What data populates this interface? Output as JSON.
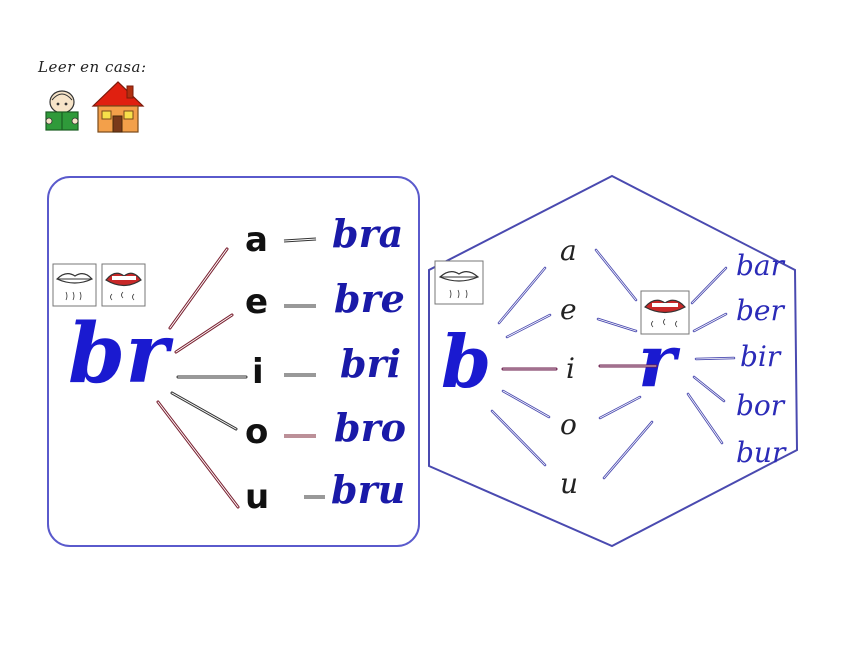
{
  "header": {
    "title": "Leer en casa:"
  },
  "icons": {
    "reader": "child-reading-icon",
    "house": "house-icon",
    "mouth_closed": "closed-lips-icon",
    "mouth_open": "open-mouth-icon"
  },
  "colors": {
    "syllable": "#1a1aa8",
    "script": "#1a1ad0",
    "frame": "#5a5acc",
    "vowel": "#111111"
  },
  "panel_left": {
    "consonant": "br",
    "vowels": [
      "a",
      "e",
      "i",
      "o",
      "u"
    ],
    "syllables": [
      "bra",
      "bre",
      "bri",
      "bro",
      "bru"
    ]
  },
  "panel_right": {
    "first_letter": "b",
    "second_letter": "r",
    "vowels": [
      "a",
      "e",
      "i",
      "o",
      "u"
    ],
    "syllables": [
      "bar",
      "ber",
      "bir",
      "bor",
      "bur"
    ]
  }
}
